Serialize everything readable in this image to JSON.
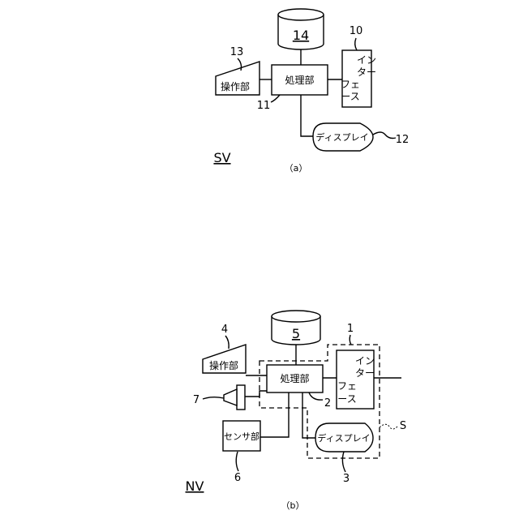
{
  "diagram_a": {
    "storage_label": "14",
    "processor_label": "処理部",
    "operation_label": "操作部",
    "interface_line1": "イン",
    "interface_line2": "ター",
    "interface_line3": "フェ",
    "interface_line4": "ース",
    "display_label": "ディスプレイ",
    "ref_interface": "10",
    "ref_operation": "13",
    "ref_processor": "11",
    "ref_display": "12",
    "system_label": "SV",
    "caption": "（a）"
  },
  "diagram_b": {
    "storage_label": "5",
    "processor_label": "処理部",
    "operation_label": "操作部",
    "interface_line1": "イン",
    "interface_line2": "ター",
    "interface_line3": "フェ",
    "interface_line4": "ース",
    "display_label": "ディスプレイ",
    "sensor_label": "センサ部",
    "ref_interface": "1",
    "ref_operation": "4",
    "ref_processor": "2",
    "ref_display": "3",
    "ref_speaker": "7",
    "ref_sensor": "6",
    "ref_system_s": "S",
    "system_label": "NV",
    "caption": "（b）"
  }
}
